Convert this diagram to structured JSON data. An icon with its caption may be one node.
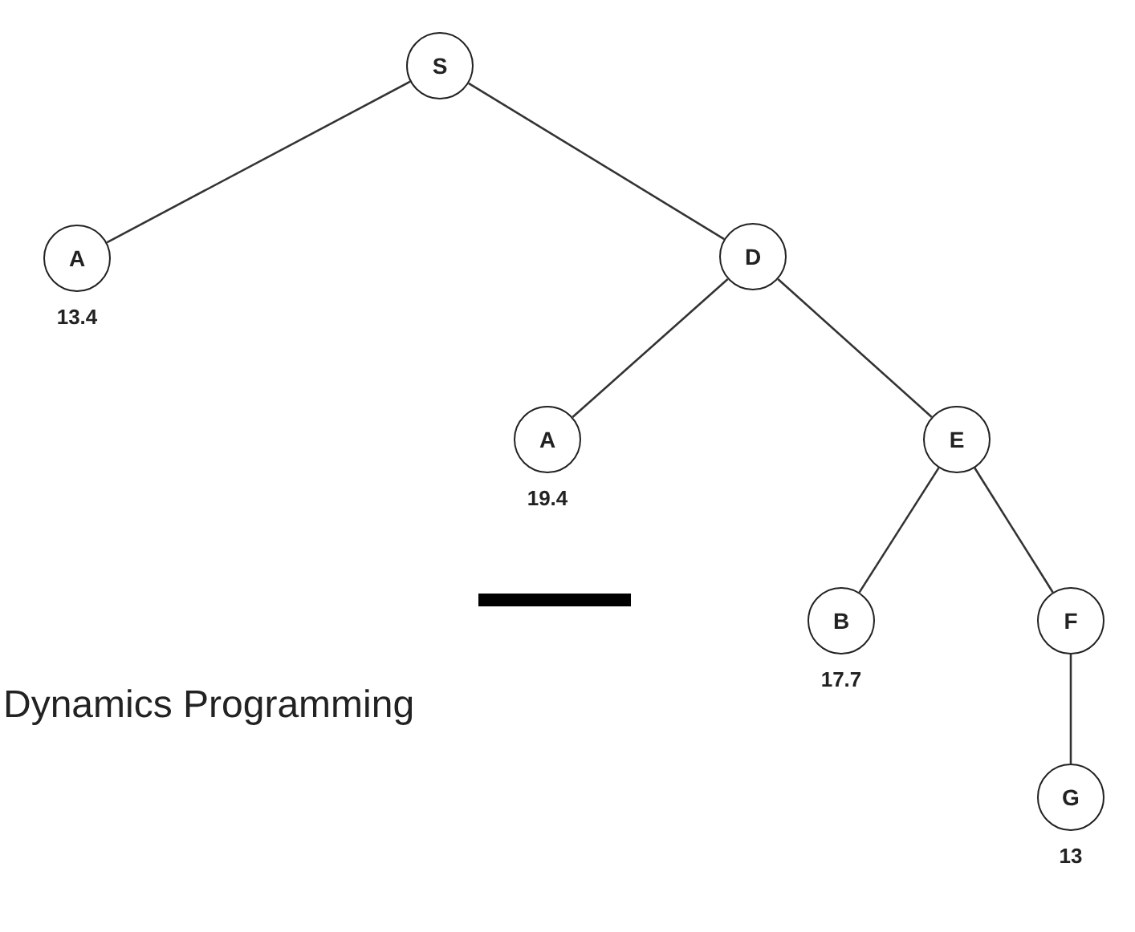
{
  "diagram": {
    "nodes": [
      {
        "text": [
          "S"
        ]
      },
      {
        "text": [
          "A"
        ],
        "beside": [
          "13.4"
        ]
      },
      {
        "text": [
          "D"
        ]
      },
      {
        "text": [
          "A"
        ],
        "beside": [
          "19.4"
        ]
      },
      {
        "text": [
          "E"
        ]
      },
      {
        "text": [
          "B"
        ],
        "beside": [
          "17.7"
        ]
      },
      {
        "text": [
          "F"
        ]
      },
      {
        "text": [
          "G"
        ],
        "beside": [
          "13"
        ]
      }
    ],
    "edges": [
      {
        "from": 0,
        "to": 1,
        "arrow": "none"
      },
      {
        "from": 0,
        "to": 2,
        "arrow": "none"
      },
      {
        "from": 2,
        "to": 3,
        "arrow": "none"
      },
      {
        "from": 2,
        "to": 4,
        "arrow": "none"
      },
      {
        "from": 4,
        "to": 5,
        "arrow": "none"
      },
      {
        "from": 4,
        "to": 6,
        "arrow": "none"
      },
      {
        "from": 6,
        "to": 7,
        "arrow": "none"
      }
    ],
    "labels": [
      "Dynamics Programming"
    ]
  }
}
